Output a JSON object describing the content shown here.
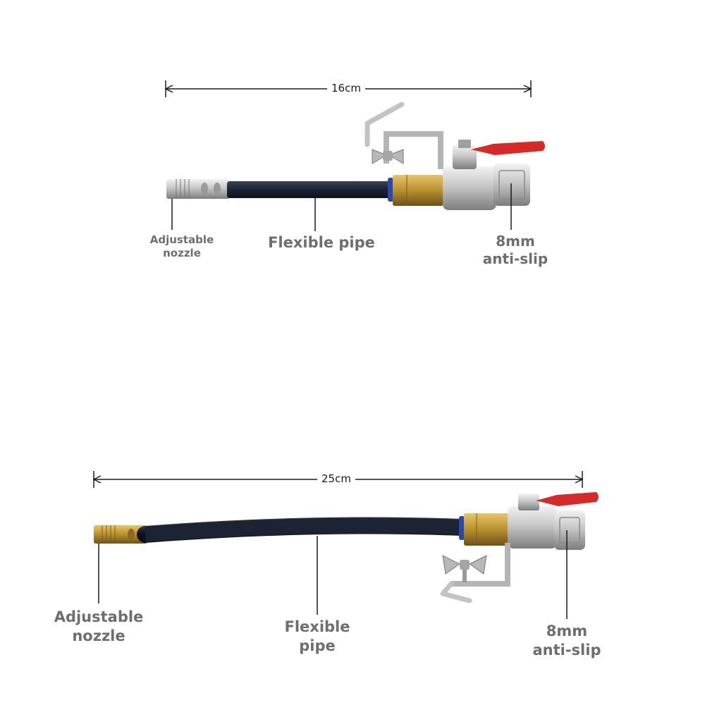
{
  "product_top": {
    "dimension": "16cm",
    "labels": {
      "nozzle": "Adjustable nozzle",
      "pipe": "Flexible pipe",
      "fitting": "8mm anti-slip"
    }
  },
  "product_bottom": {
    "dimension": "25cm",
    "labels": {
      "nozzle": "Adjustable nozzle",
      "pipe": "Flexible pipe",
      "fitting": "8mm anti-slip"
    }
  },
  "colors": {
    "pipe": "#1c2333",
    "brass": "#b8902f",
    "chrome": "#c9c9c9",
    "handle": "#d42a2a",
    "ring": "#2b4aa8",
    "label_text": "#6e6e6e"
  }
}
